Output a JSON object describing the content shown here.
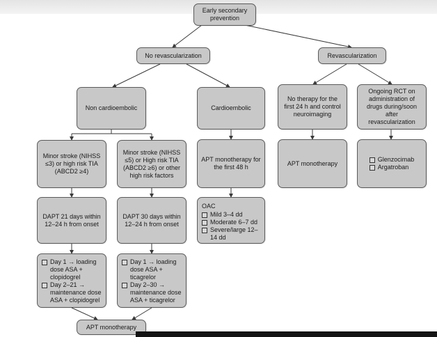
{
  "root": "Early secondary prevention",
  "branches": {
    "no_revasc": "No revascularization",
    "revasc": "Revascularization"
  },
  "no_revasc": {
    "non_cardioembolic": "Non cardioembolic",
    "cardioembolic": "Cardioembolic",
    "minor_stroke_a": "Minor stroke (NIHSS ≤3) or high risk TIA (ABCD2 ≥4)",
    "minor_stroke_b": "Minor stroke (NIHSS ≤5) or High risk TIA (ABCD2 ≥6) or other high risk factors",
    "dapt_21": "DAPT 21 days within 12–24 h from onset",
    "dapt_30": "DAPT 30 days within 12–24 h from onset",
    "regimen_a": [
      "Day 1 → loading dose ASA + clopidogrel",
      "Day 2–21 → maintenance dose ASA + clopidogrel"
    ],
    "regimen_b": [
      "Day 1 → loading dose ASA + ticagrelor",
      "Day 2–30 → maintenance dose ASA + ticagrelor"
    ],
    "apt_final": "APT monotherapy",
    "apt_48h": "APT monotherapy for the first 48 h",
    "oac": {
      "title": "OAC",
      "items": [
        "Mild 3–4 dd",
        "Moderate 6–7 dd",
        "Severe/large 12–14 dd"
      ]
    }
  },
  "revasc": {
    "no_therapy": "No therapy for the first 24 h and control neuroimaging",
    "ongoing_rct": "Ongoing RCT on administration of drugs during/soon after revascularization",
    "apt_mono": "APT monotherapy",
    "drugs": [
      "Glenzocimab",
      "Argatroban"
    ]
  },
  "colors": {
    "box_fill": "#c8c8c8",
    "box_border": "#5a5a5a",
    "connector": "#3a3a3a"
  }
}
